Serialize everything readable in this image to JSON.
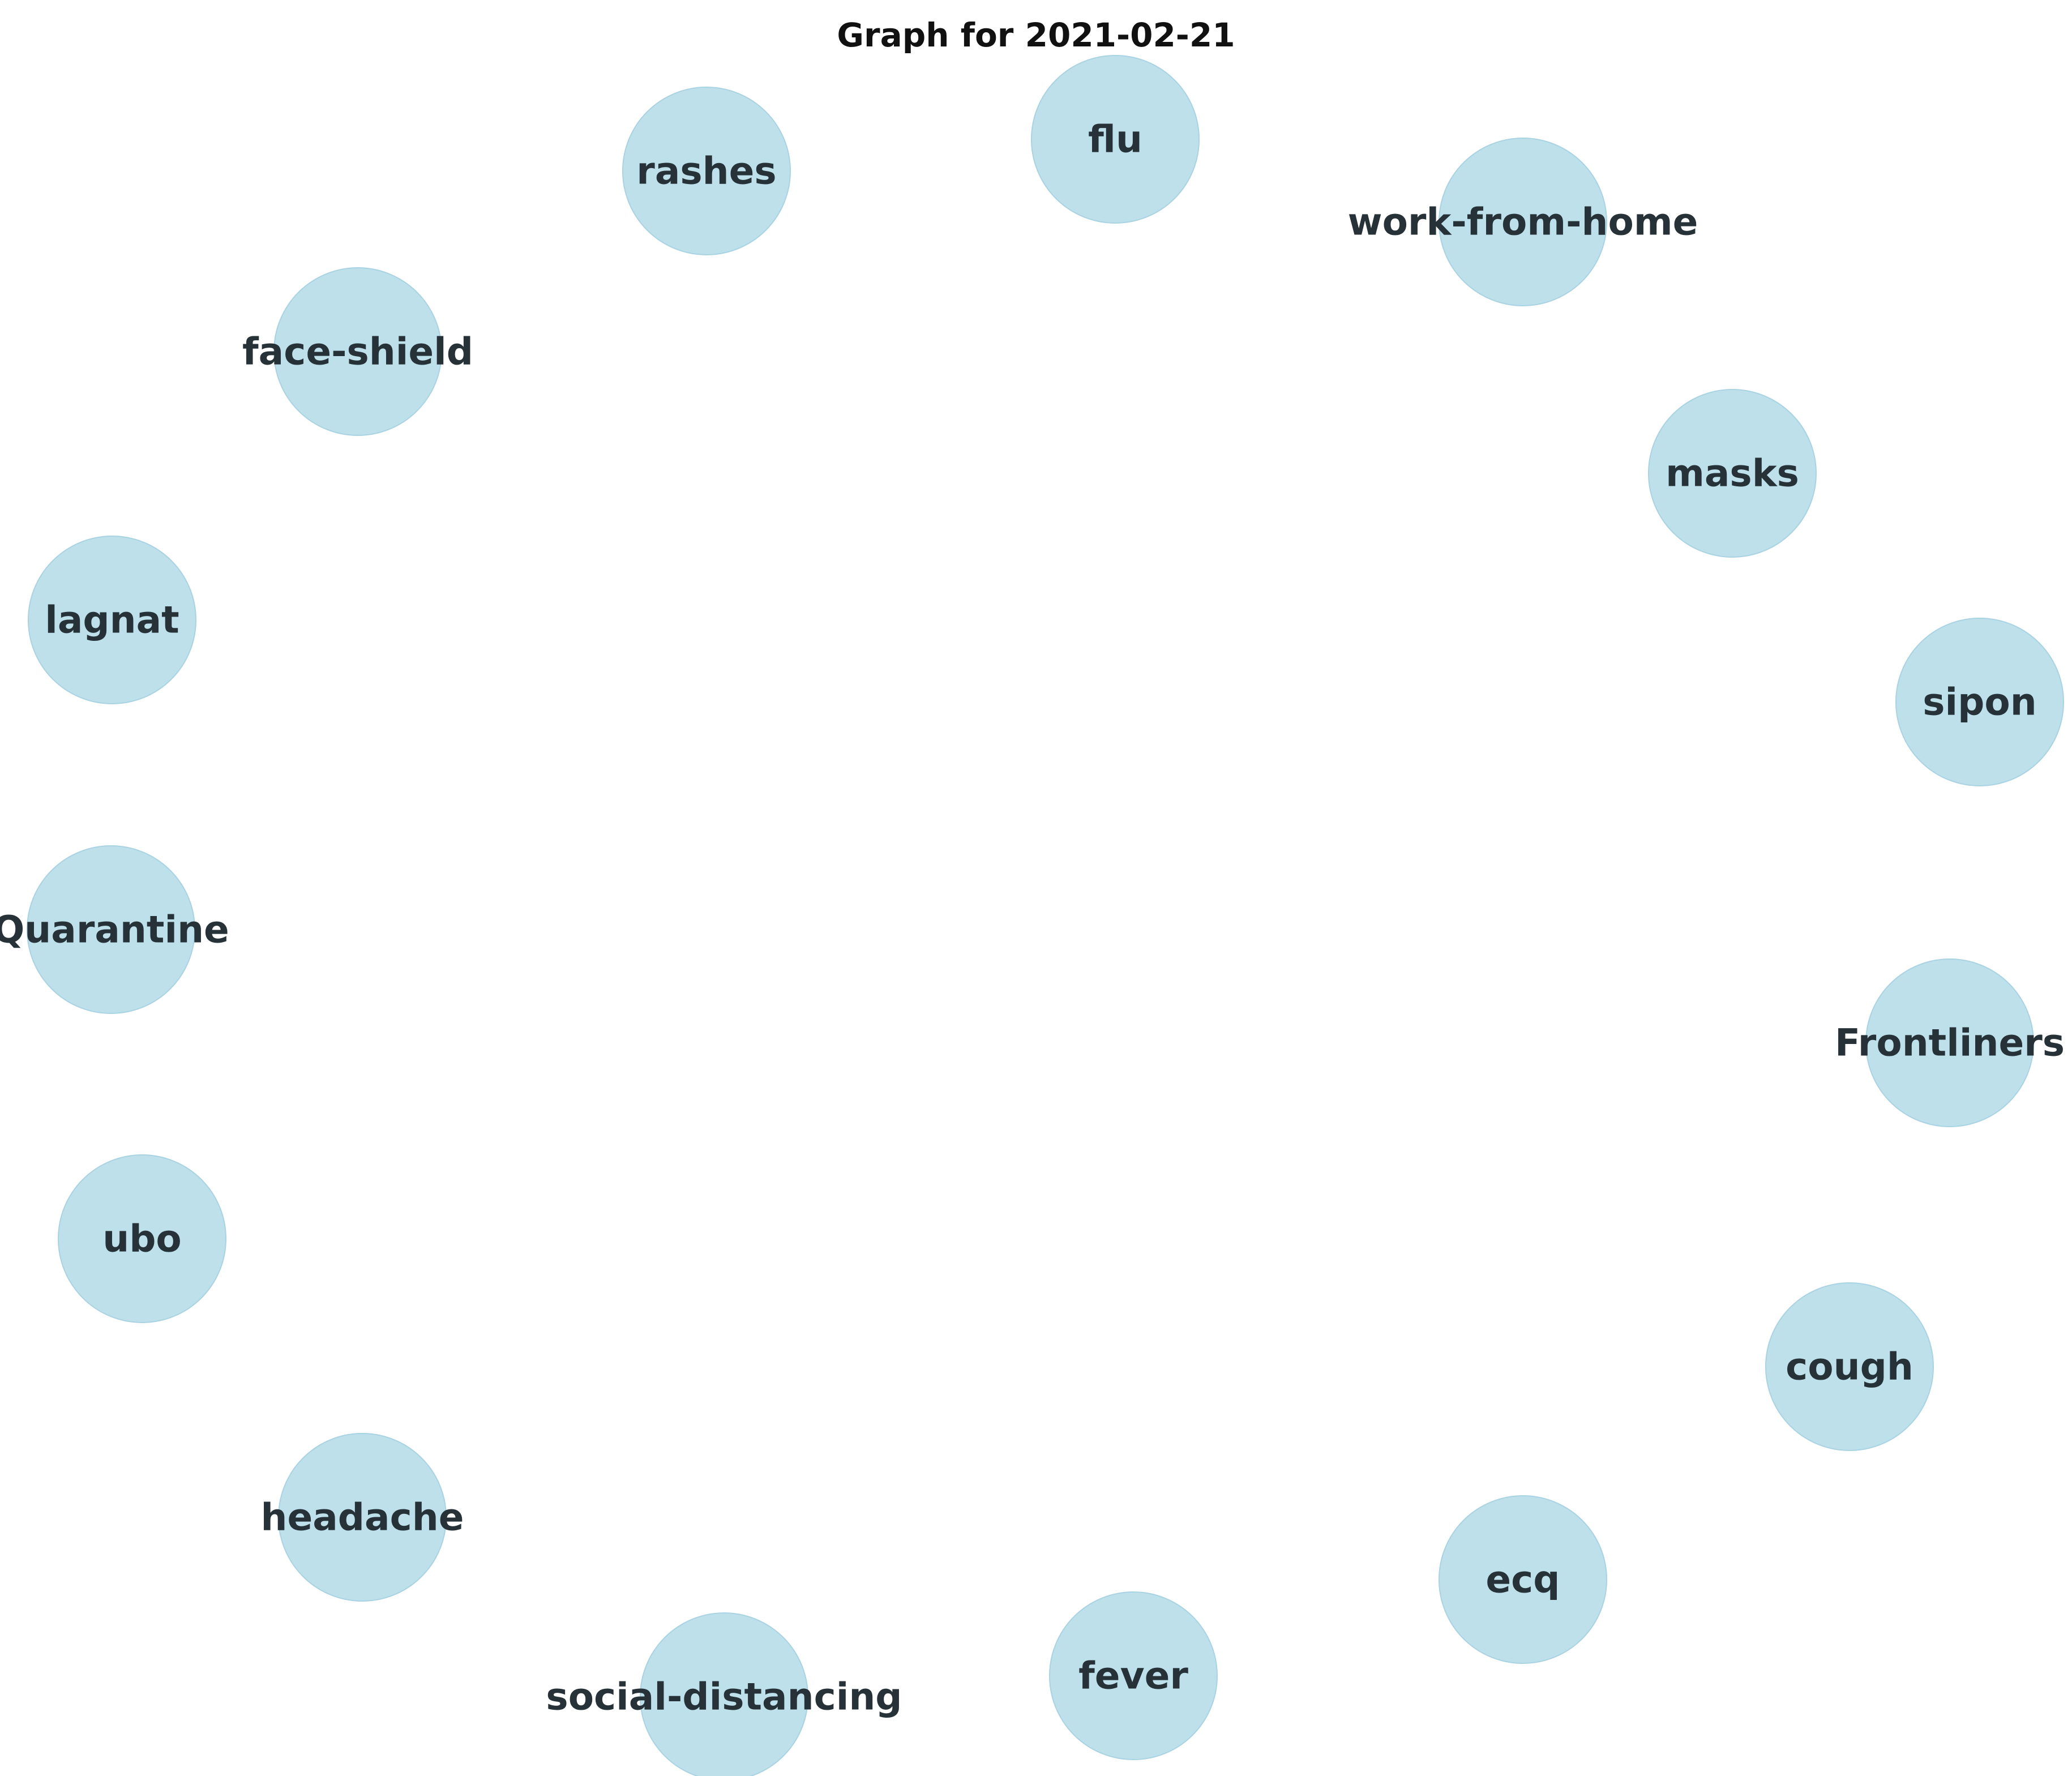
{
  "title": "Graph for 2021-02-21",
  "colors": {
    "node_fill": "#add8e6",
    "label": "#263238"
  },
  "nodes": [
    {
      "id": "flu",
      "label": "flu"
    },
    {
      "id": "rashes",
      "label": "rashes"
    },
    {
      "id": "work-from-home",
      "label": "work-from-home"
    },
    {
      "id": "face-shield",
      "label": "face-shield"
    },
    {
      "id": "masks",
      "label": "masks"
    },
    {
      "id": "lagnat",
      "label": "lagnat"
    },
    {
      "id": "sipon",
      "label": "sipon"
    },
    {
      "id": "quarantine",
      "label": "Quarantine"
    },
    {
      "id": "frontliners",
      "label": "Frontliners"
    },
    {
      "id": "ubo",
      "label": "ubo"
    },
    {
      "id": "cough",
      "label": "cough"
    },
    {
      "id": "headache",
      "label": "headache"
    },
    {
      "id": "ecq",
      "label": "ecq"
    },
    {
      "id": "fever",
      "label": "fever"
    },
    {
      "id": "social-distancing",
      "label": "social-distancing"
    }
  ],
  "edges": []
}
